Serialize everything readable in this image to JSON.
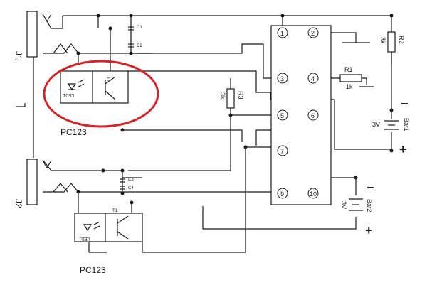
{
  "connectors": {
    "j1": "J1",
    "j2": "J2"
  },
  "optocouplers": {
    "top": {
      "name": "PC123",
      "led": "LED1",
      "transistor": "T2"
    },
    "bottom": {
      "name": "PC123",
      "led": "LED1",
      "transistor": "T1"
    }
  },
  "capacitors": [
    "C1",
    "C2",
    "C3",
    "C4"
  ],
  "resistors": {
    "r1": {
      "name": "R1",
      "value": "1k"
    },
    "r2": {
      "name": "R2",
      "value": "3k"
    },
    "r3": {
      "name": "R3",
      "value": "3k"
    }
  },
  "batteries": {
    "bat1": {
      "name": "Bat1",
      "voltage": "3V",
      "minus": "−",
      "plus": "+"
    },
    "bat2": {
      "name": "Bat2",
      "voltage": "3V",
      "minus": "−",
      "plus": "+"
    }
  },
  "chip_pins": [
    "1",
    "2",
    "3",
    "4",
    "5",
    "6",
    "7",
    "9",
    "10"
  ],
  "colors": {
    "highlight_ring": "#d0262b",
    "ink": "#1a1a1a"
  }
}
